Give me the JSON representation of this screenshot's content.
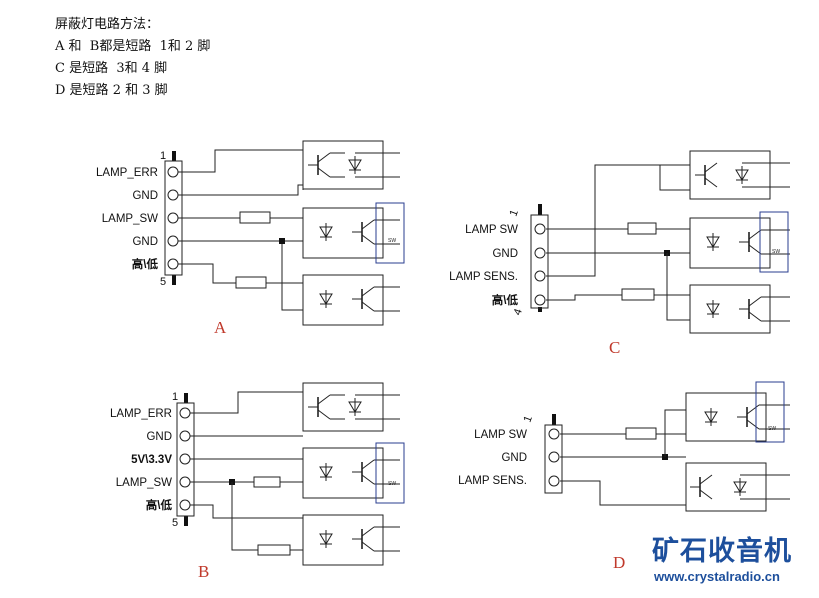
{
  "notes": [
    "屏蔽灯电路方法：",
    "A 和  B都是短路  1和 2 脚",
    "C 是短路  3和 4 脚",
    "D 是短路 2 和 3 脚"
  ],
  "diagram_a": {
    "letter": "A",
    "pin_start": "1",
    "pin_end": "5",
    "pins": [
      "LAMP_ERR",
      "GND",
      "LAMP_SW",
      "GND",
      "高\\低"
    ]
  },
  "diagram_b": {
    "letter": "B",
    "pin_start": "1",
    "pin_end": "5",
    "pins": [
      "LAMP_ERR",
      "GND",
      "5V\\3.3V",
      "LAMP_SW",
      "高\\低"
    ]
  },
  "diagram_c": {
    "letter": "C",
    "pin_start": "1",
    "pin_end": "4",
    "pins": [
      "LAMP SW",
      "GND",
      "LAMP SENS.",
      "高\\低"
    ]
  },
  "diagram_d": {
    "letter": "D",
    "pin_start": "1",
    "pins": [
      "LAMP SW",
      "GND",
      "LAMP SENS."
    ]
  },
  "switch_label": "SW",
  "logo": {
    "title": "矿石收音机",
    "url": "www.crystalradio.cn"
  },
  "colors": {
    "letter": "#c0392b",
    "logo": "#1d4f9c",
    "switch_box": "#2a3d8f"
  }
}
